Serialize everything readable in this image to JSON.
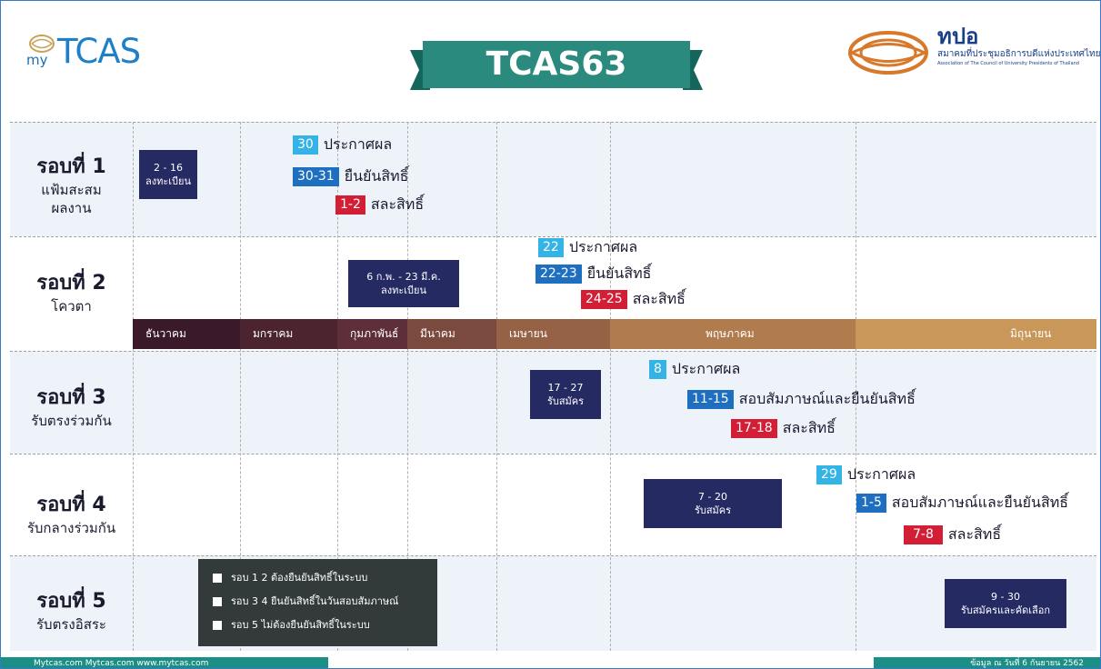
{
  "header": {
    "logo_my": "my",
    "logo_tcas": "TCAS",
    "title": "TCAS63",
    "assoc_short": "ทปอ",
    "assoc_th": "สมาคมที่ประชุมอธิการบดีแห่งประเทศไทย",
    "assoc_en": "Association of The Council of University Presidents of Thailand"
  },
  "rounds": [
    {
      "title": "รอบที่ 1",
      "sub1": "แฟ้มสะสม",
      "sub2": "ผลงาน"
    },
    {
      "title": "รอบที่ 2",
      "sub1": "โควตา"
    },
    {
      "title": "รอบที่ 3",
      "sub1": "รับตรงร่วมกัน"
    },
    {
      "title": "รอบที่ 4",
      "sub1": "รับกลางร่วมกัน"
    },
    {
      "title": "รอบที่ 5",
      "sub1": "รับตรงอิสระ"
    }
  ],
  "months": [
    "ธันวาคม",
    "มกราคม",
    "กุมภาพันธ์",
    "มีนาคม",
    "เมษายน",
    "พฤษภาคม",
    "มิถุนายน"
  ],
  "month_colors": [
    "#3a1a2a",
    "#4b2430",
    "#5e2f3a",
    "#7a4a3e",
    "#966246",
    "#b07c4e",
    "#c9975a"
  ],
  "r1": {
    "reg_dates": "2 - 16",
    "reg_label": "ลงทะเบียน",
    "ann_date": "30",
    "ann_label": "ประกาศผล",
    "confirm_date": "30-31",
    "confirm_label": "ยืนยันสิทธิ์",
    "waive_date": "1-2",
    "waive_label": "สละสิทธิ์"
  },
  "r2": {
    "reg_dates": "6 ก.พ. - 23 มี.ค.",
    "reg_label": "ลงทะเบียน",
    "ann_date": "22",
    "ann_label": "ประกาศผล",
    "confirm_date": "22-23",
    "confirm_label": "ยืนยันสิทธิ์",
    "waive_date": "24-25",
    "waive_label": "สละสิทธิ์"
  },
  "r3": {
    "reg_dates": "17 - 27",
    "reg_label": "รับสมัคร",
    "ann_date": "8",
    "ann_label": "ประกาศผล",
    "interview_date": "11-15",
    "interview_label": "สอบสัมภาษณ์และยืนยันสิทธิ์",
    "waive_date": "17-18",
    "waive_label": "สละสิทธิ์"
  },
  "r4": {
    "reg_dates": "7 - 20",
    "reg_label": "รับสมัคร",
    "ann_date": "29",
    "ann_label": "ประกาศผล",
    "interview_date": "1-5",
    "interview_label": "สอบสัมภาษณ์และยืนยันสิทธิ์",
    "waive_date": "7-8",
    "waive_label": "สละสิทธิ์"
  },
  "r5": {
    "reg_dates": "9 - 30",
    "reg_label": "รับสมัครและคัดเลือก"
  },
  "notes": [
    "รอบ 1 2  ต้องยืนยันสิทธิ์ในระบบ",
    "รอบ 3 4  ยืนยันสิทธิ์ในวันสอบสัมภาษณ์",
    "รอบ 5     ไม่ต้องยืนยันสิทธิ์ในระบบ"
  ],
  "footer": {
    "social": "Mytcas.com   Mytcas.com   www.mytcas.com",
    "date_note": "ข้อมูล ณ วันที่ 6 กันยายน 2562"
  }
}
